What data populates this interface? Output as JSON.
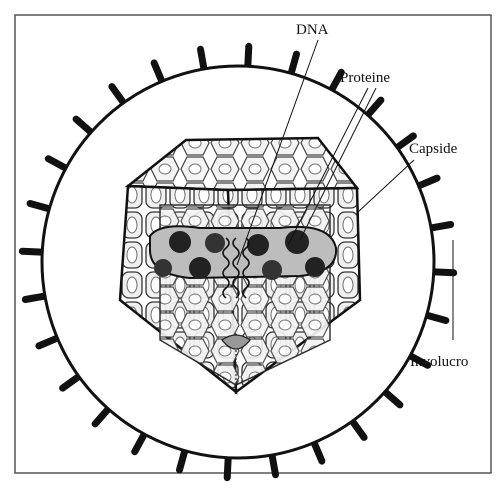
{
  "labels": {
    "dna": "DNA",
    "proteins": "Proteine",
    "capsid": "Capside",
    "envelope": "Involucro"
  },
  "colors": {
    "ink": "#111111",
    "frame": "#555555",
    "background": "#ffffff"
  }
}
